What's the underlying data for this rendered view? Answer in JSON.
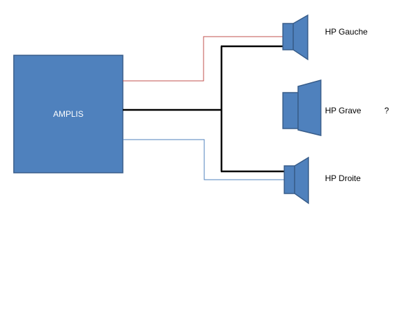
{
  "amplifier": {
    "label": "AMPLIS",
    "fill": "#4f81bd",
    "stroke": "#385d8a"
  },
  "speakers": {
    "left": {
      "label": "HP Gauche"
    },
    "sub": {
      "label": "HP Grave",
      "note": "?"
    },
    "right": {
      "label": "HP Droite"
    }
  },
  "wires": {
    "signal_color": "#000000",
    "left_channel_color": "#c0504d",
    "right_channel_color": "#4f81bd"
  }
}
